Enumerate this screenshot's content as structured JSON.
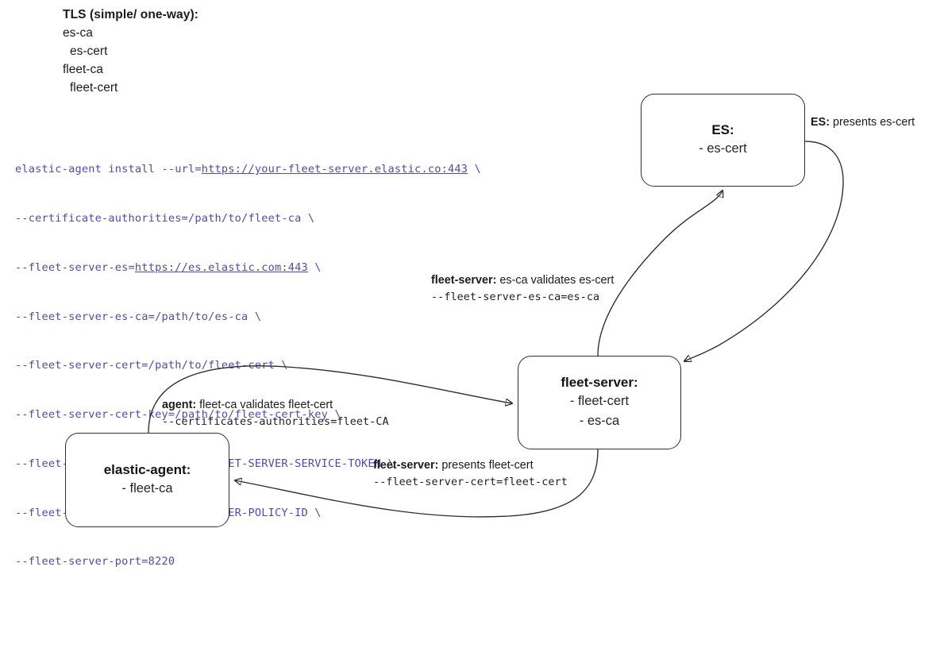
{
  "legend": {
    "title": "TLS (simple/ one-way):",
    "lines": [
      {
        "text": "es-ca",
        "indent": false
      },
      {
        "text": "es-cert",
        "indent": true
      },
      {
        "text": "fleet-ca",
        "indent": false
      },
      {
        "text": "fleet-cert",
        "indent": true
      }
    ]
  },
  "code": {
    "lines": [
      {
        "pre": "elastic-agent install --url=",
        "link": "https://your-fleet-server.elastic.co:443",
        "post": " \\"
      },
      {
        "pre": "--certificate-authorities=/path/to/fleet-ca \\",
        "link": "",
        "post": ""
      },
      {
        "pre": "--fleet-server-es=",
        "link": "https://es.elastic.com:443",
        "post": " \\"
      },
      {
        "pre": "--fleet-server-es-ca=/path/to/es-ca \\",
        "link": "",
        "post": ""
      },
      {
        "pre": "--fleet-server-cert=/path/to/fleet-cert \\",
        "link": "",
        "post": ""
      },
      {
        "pre": "--fleet-server-cert-key=/path/to/fleet-cert-key \\",
        "link": "",
        "post": ""
      },
      {
        "pre": "--fleet-server-service-token=FLEET-SERVER-SERVICE-TOKEN \\",
        "link": "",
        "post": ""
      },
      {
        "pre": "--fleet-server-policy=FLEET-SERVER-POLICY-ID \\",
        "link": "",
        "post": ""
      },
      {
        "pre": "--fleet-server-port=8220",
        "link": "",
        "post": ""
      }
    ],
    "color": "#4b4bb5"
  },
  "nodes": {
    "es": {
      "title": "ES:",
      "lines": [
        "- es-cert"
      ]
    },
    "fleet_server": {
      "title": "fleet-server:",
      "lines": [
        "- fleet-cert",
        "- es-ca"
      ]
    },
    "elastic_agent": {
      "title": "elastic-agent:",
      "lines": [
        "- fleet-ca"
      ]
    }
  },
  "edge_labels": {
    "es_presents": {
      "bold": "ES:",
      "rest": " presents es-cert"
    },
    "fleet_validates": {
      "bold": "fleet-server:",
      "rest": " es-ca validates es-cert",
      "mono": "--fleet-server-es-ca=es-ca"
    },
    "agent_validates": {
      "bold": "agent:",
      "rest": " fleet-ca validates fleet-cert",
      "mono": "--certificates-authorities=fleet-CA"
    },
    "fleet_presents": {
      "bold": "fleet-server:",
      "rest": " presents fleet-cert",
      "mono": "--fleet-server-cert=fleet-cert"
    }
  },
  "colors": {
    "code_text": "#4b4bb5",
    "stroke": "#2b2b2b",
    "box_border": "#2f2f2f",
    "text": "#1b1b1b",
    "background": "#ffffff"
  }
}
